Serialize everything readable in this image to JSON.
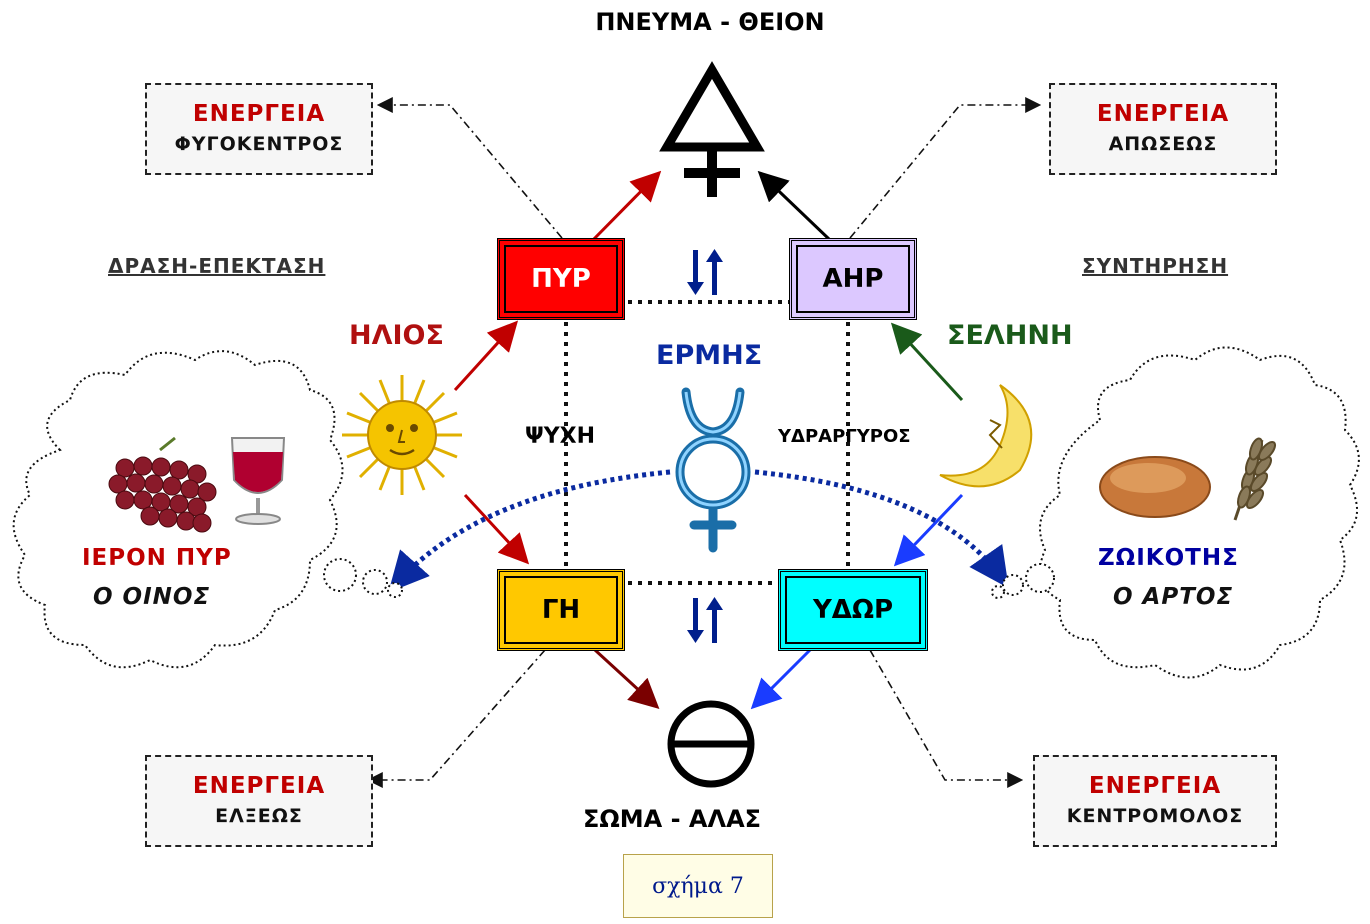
{
  "top_title": "ΠΝΕΥΜΑ - ΘΕΙΟΝ",
  "bottom_title": "ΣΩΜΑ - ΑΛΑΣ",
  "energy_boxes": {
    "top_left": {
      "title": "ΕΝΕΡΓΕΙΑ",
      "subtitle": "ΦΥΓΟΚΕΝΤΡΟΣ"
    },
    "top_right": {
      "title": "ΕΝΕΡΓΕΙΑ",
      "subtitle": "ΑΠΩΣΕΩΣ"
    },
    "bottom_left": {
      "title": "ΕΝΕΡΓΕΙΑ",
      "subtitle": "ΕΛΞΕΩΣ"
    },
    "bottom_right": {
      "title": "ΕΝΕΡΓΕΙΑ",
      "subtitle": "ΚΕΝΤΡΟΜΟΛΟΣ"
    }
  },
  "side_titles": {
    "left": "ΔΡΑΣΗ-ΕΠΕΚΤΑΣΗ",
    "right": "ΣΥΝΤΗΡΗΣΗ"
  },
  "elements": {
    "fire": "ΠΥΡ",
    "air": "ΑΗΡ",
    "earth": "ΓΗ",
    "water": "ΥΔΩΡ"
  },
  "labels": {
    "sun": "ΗΛΙΟΣ",
    "moon": "ΣΕΛΗΝΗ",
    "mercury": "ΕΡΜΗΣ",
    "soul": "ΨΥΧΗ",
    "quicksilver": "ΥΔΡΑΡΓΥΡΟΣ"
  },
  "clouds": {
    "left": {
      "line1": "ΙΕΡΟΝ ΠΥΡ",
      "line2": "Ο ΟΙΝΟΣ"
    },
    "right": {
      "line1": "ΖΩΙΚΟΤΗΣ",
      "line2": "Ο ΑΡΤΟΣ"
    }
  },
  "caption": "σχήμα 7",
  "colors": {
    "fire": "#ff0000",
    "air": "#dcc8ff",
    "earth": "#ffc800",
    "water": "#00ffff",
    "energy_red": "#c00000",
    "sun_red": "#b01010",
    "moon_green": "#1a5a1a",
    "mercury_blue": "#0a2aa0",
    "wine_red": "#c00000",
    "bread_blue": "#0000a0"
  },
  "icons": [
    "sulfur-icon",
    "salt-icon",
    "mercury-icon",
    "sun-icon",
    "moon-icon",
    "grapes-icon",
    "wine-glass-icon",
    "bread-icon",
    "wheat-icon",
    "exchange-arrows-icon"
  ]
}
